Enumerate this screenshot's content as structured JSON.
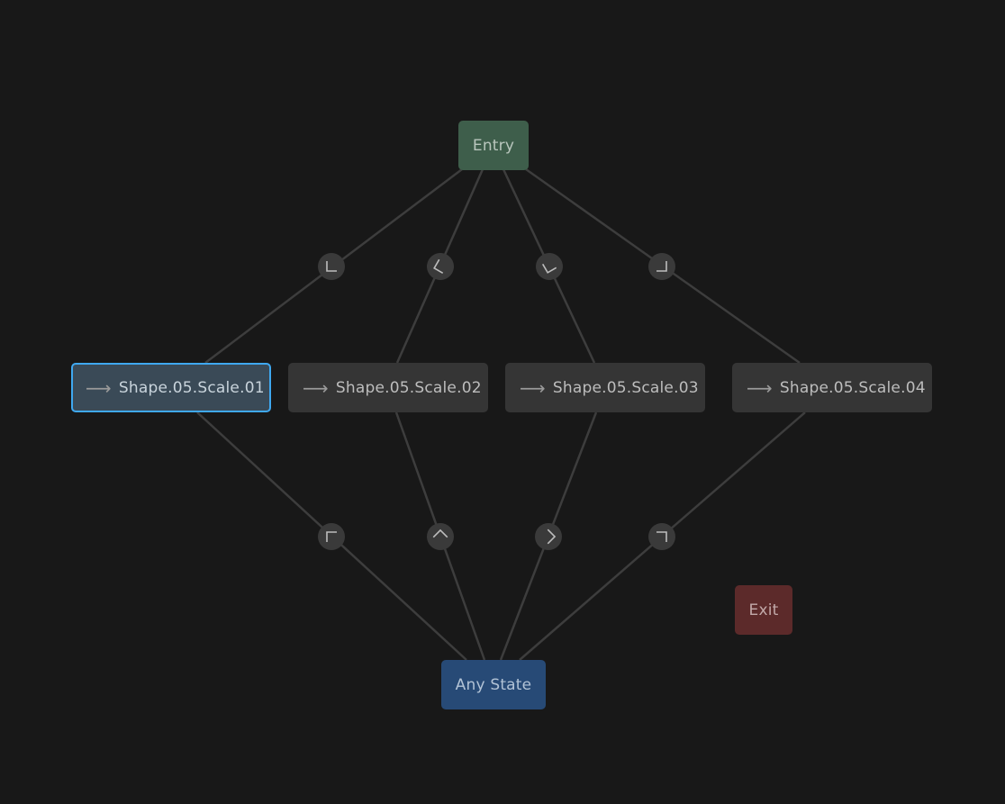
{
  "graph": {
    "entry": {
      "label": "Entry"
    },
    "exit": {
      "label": "Exit"
    },
    "any_state": {
      "label": "Any State"
    },
    "states": [
      {
        "label": "Shape.05.Scale.01",
        "arrow": "⟶",
        "selected": true
      },
      {
        "label": "Shape.05.Scale.02",
        "arrow": "⟶",
        "selected": false
      },
      {
        "label": "Shape.05.Scale.03",
        "arrow": "⟶",
        "selected": false
      },
      {
        "label": "Shape.05.Scale.04",
        "arrow": "⟶",
        "selected": false
      }
    ],
    "transitions": [
      {
        "from": "Entry",
        "to": "Shape.05.Scale.01"
      },
      {
        "from": "Entry",
        "to": "Shape.05.Scale.02"
      },
      {
        "from": "Entry",
        "to": "Shape.05.Scale.03"
      },
      {
        "from": "Entry",
        "to": "Shape.05.Scale.04"
      },
      {
        "from": "Any State",
        "to": "Shape.05.Scale.01"
      },
      {
        "from": "Any State",
        "to": "Shape.05.Scale.02"
      },
      {
        "from": "Any State",
        "to": "Shape.05.Scale.03"
      },
      {
        "from": "Any State",
        "to": "Shape.05.Scale.04"
      }
    ]
  },
  "colors": {
    "background": "#181818",
    "edge": "#3d3d3d",
    "marker_fill": "#3a3a3a",
    "marker_glyph": "#bdbdbd",
    "selected_border": "#3fa8f0"
  }
}
